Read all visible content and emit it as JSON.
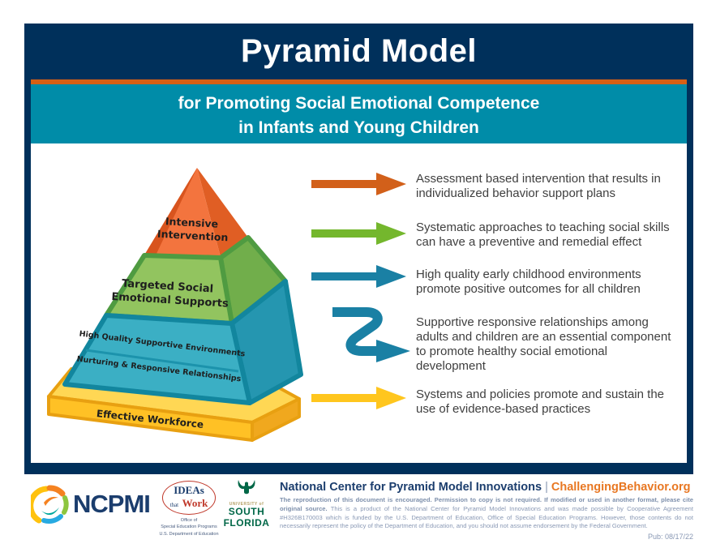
{
  "title": "Pyramid Model",
  "subtitle": {
    "line1": "for Promoting Social Emotional Competence",
    "line2": "in Infants and Young Children"
  },
  "colors": {
    "navy": "#00305B",
    "band_teal": "#008CA8",
    "divider_orange": "#D65F14",
    "link_orange": "#E87722"
  },
  "pyramid": {
    "tiers": [
      {
        "label": "Intensive Intervention",
        "lines": [
          "Intensive",
          "Intervention"
        ],
        "color": "#F3743E"
      },
      {
        "label": "Targeted Social Emotional Supports",
        "lines": [
          "Targeted Social",
          "Emotional Supports"
        ],
        "color": "#92C45F"
      },
      {
        "label": "High Quality Supportive Environments",
        "lines": [
          "High Quality Supportive Environments"
        ],
        "color": "#3BAFC4"
      },
      {
        "label": "Nurturing & Responsive Relationships",
        "lines": [
          "Nurturing & Responsive Relationships"
        ],
        "color": "#3BAFC4"
      },
      {
        "label": "Effective Workforce",
        "lines": [
          "Effective Workforce"
        ],
        "color": "#FFC125"
      }
    ]
  },
  "legend": {
    "items": [
      {
        "arrow": "orange-arrow",
        "arrow_color": "#D2601A",
        "text": "Assessment based intervention that results in individualized behavior support plans"
      },
      {
        "arrow": "green-arrow",
        "arrow_color": "#74B72D",
        "text": "Systematic approaches to teaching social skills can have a preventive and remedial effect"
      },
      {
        "arrow": "teal-arrow",
        "arrow_color": "#1A80A4",
        "text": "High quality early childhood environments promote positive outcomes for all children"
      },
      {
        "arrow": "teal-zigzag-arrow",
        "arrow_color": "#1A80A4",
        "text": "Supportive responsive relationships among adults and children are an essential component to promote healthy social emotional development"
      },
      {
        "arrow": "yellow-arrow",
        "arrow_color": "#FFC61E",
        "text": "Systems and policies promote and sustain the use of evidence-based practices"
      }
    ]
  },
  "footer": {
    "ncpmi_label": "NCPMI",
    "ideas_logo": {
      "main": "IDEAs",
      "that": "that",
      "work": "Work",
      "sub1": "Office of",
      "sub2": "Special Education Programs",
      "sub3": "U.S. Department of Education"
    },
    "usf_logo": {
      "small": "UNIVERSITY of",
      "line1": "SOUTH",
      "line2": "FLORIDA"
    },
    "heading": {
      "left": "National Center for Pyramid Model Innovations",
      "separator": "|",
      "right": "ChallengingBehavior.org"
    },
    "fineprint_bold": "The reproduction of this document is encouraged. Permission to copy is not required. If modified or used in another format, please cite original source.",
    "fineprint_rest": " This is a product of the National Center for Pyramid Model Innovations and was made possible by Cooperative Agreement #H326B170003 which is funded by the U.S. Department of Education, Office of Special Education Programs. However, those contents do not necessarily represent the policy of the Department of Education, and you should not assume endorsement by the Federal Government.",
    "pub": "Pub: 08/17/22"
  }
}
